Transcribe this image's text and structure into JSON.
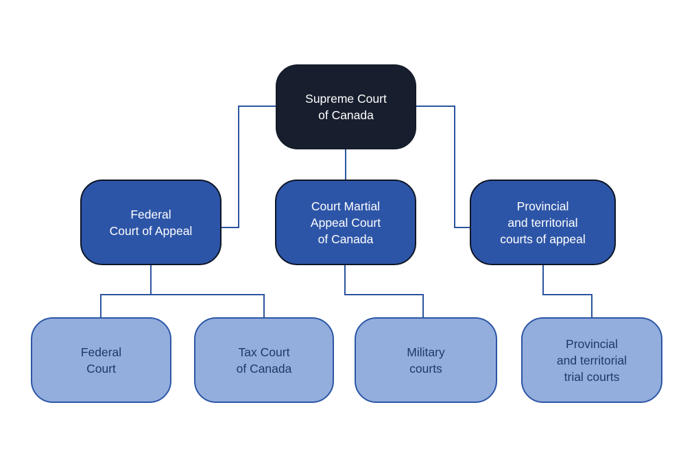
{
  "diagram": {
    "background": "#ffffff",
    "connector_color": "#2a549e",
    "nodes": {
      "supreme_court": {
        "label": "Supreme Court\nof Canada",
        "level": 1,
        "fill": "#171f2e",
        "text_color": "#ffffff"
      },
      "federal_court_of_appeal": {
        "label": "Federal\nCourt of Appeal",
        "level": 2,
        "fill": "#2d55a7",
        "text_color": "#ffffff"
      },
      "court_martial_appeal_court": {
        "label": "Court Martial\nAppeal Court\nof Canada",
        "level": 2,
        "fill": "#2d55a7",
        "text_color": "#ffffff"
      },
      "provincial_courts_of_appeal": {
        "label": "Provincial\nand territorial\ncourts of appeal",
        "level": 2,
        "fill": "#2d55a7",
        "text_color": "#ffffff"
      },
      "federal_court": {
        "label": "Federal\nCourt",
        "level": 3,
        "fill": "#93aedd",
        "text_color": "#1f3864"
      },
      "tax_court": {
        "label": "Tax Court\nof Canada",
        "level": 3,
        "fill": "#93aedd",
        "text_color": "#1f3864"
      },
      "military_courts": {
        "label": "Military\ncourts",
        "level": 3,
        "fill": "#93aedd",
        "text_color": "#1f3864"
      },
      "provincial_trial_courts": {
        "label": "Provincial\nand territorial\ntrial courts",
        "level": 3,
        "fill": "#93aedd",
        "text_color": "#1f3864"
      }
    },
    "edges": [
      {
        "from": "supreme_court",
        "to": "federal_court_of_appeal"
      },
      {
        "from": "supreme_court",
        "to": "court_martial_appeal_court"
      },
      {
        "from": "supreme_court",
        "to": "provincial_courts_of_appeal"
      },
      {
        "from": "federal_court_of_appeal",
        "to": "federal_court"
      },
      {
        "from": "federal_court_of_appeal",
        "to": "tax_court"
      },
      {
        "from": "court_martial_appeal_court",
        "to": "military_courts"
      },
      {
        "from": "provincial_courts_of_appeal",
        "to": "provincial_trial_courts"
      }
    ]
  }
}
